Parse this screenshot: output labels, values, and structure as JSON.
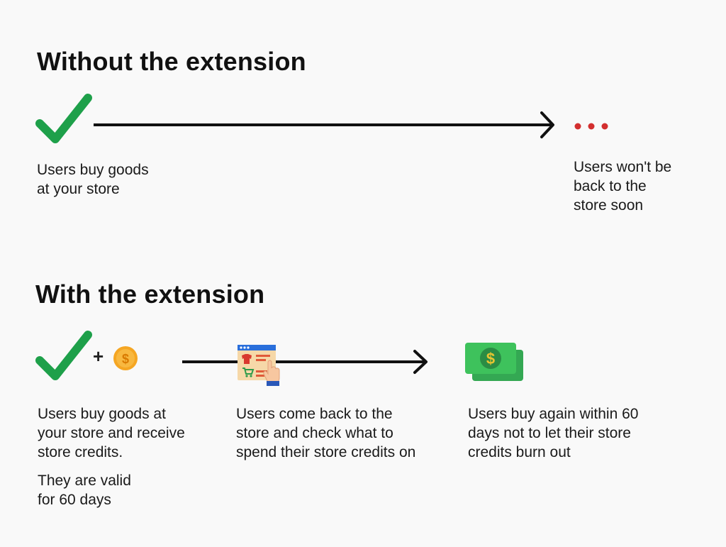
{
  "section_without": {
    "title": "Without the extension",
    "start_caption": [
      "Users buy goods",
      "at your store"
    ],
    "end_caption": [
      "Users won't be",
      "back to the",
      "store soon"
    ]
  },
  "section_with": {
    "title": "With the extension",
    "plus_sign": "+",
    "step1_caption": [
      "Users buy goods at",
      "your store and receive",
      "store credits."
    ],
    "step1_note": [
      "They are valid",
      "for 60 days"
    ],
    "step2_caption": [
      "Users come back to the",
      "store and check what to",
      "spend their store credits on"
    ],
    "step3_caption": [
      "Users buy again within 60",
      "days not to let their store",
      "credits burn out"
    ]
  },
  "icons": {
    "check": "check-icon",
    "dots": "ellipsis-icon",
    "coin": "coin-icon",
    "browser_shop": "online-shop-icon",
    "money": "banknote-icon"
  },
  "colors": {
    "check_green": "#1ea04a",
    "dots_red": "#d32f2f",
    "coin_orange": "#f5a623",
    "money_green": "#2fb84e"
  }
}
